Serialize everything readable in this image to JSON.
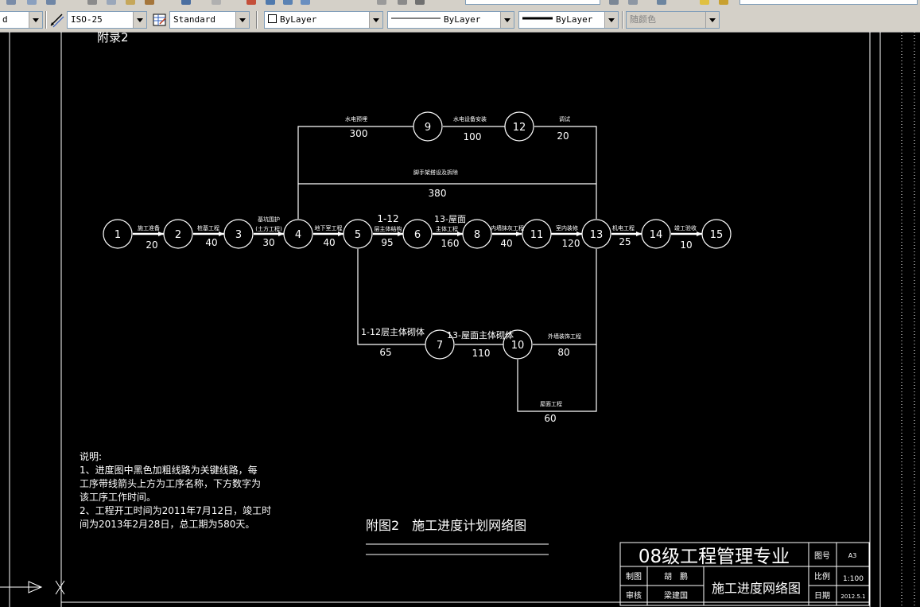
{
  "toolbar": {
    "partial_style_label": "d",
    "dimstyle_label": "ISO-25",
    "tablestyle_label": "Standard",
    "color_label": "ByLayer",
    "linetype_label": "ByLayer",
    "lineweight_label": "ByLayer",
    "plotstyle_label": "随颜色"
  },
  "drawing": {
    "corner_label": "附录2",
    "caption": "附图2　施工进度计划网络图",
    "notes": [
      "说明:",
      "1、进度图中黑色加粗线路为关键线路，每",
      "工序带线箭头上方为工序名称，下方数字为",
      "该工序工作时间。",
      "2、工程开工时间为2011年7月12日，竣工时",
      "间为2013年2月28日，总工期为580天。"
    ]
  },
  "network": {
    "nodes": [
      "1",
      "2",
      "3",
      "4",
      "5",
      "6",
      "7",
      "8",
      "9",
      "10",
      "11",
      "12",
      "13",
      "14",
      "15"
    ],
    "activities": [
      {
        "name": "施工准备",
        "duration": "20"
      },
      {
        "name": "桩基工程",
        "duration": "40"
      },
      {
        "name": "基坑围护",
        "name2": "(土方工程)",
        "duration": "30"
      },
      {
        "name": "地下室工程",
        "duration": "40"
      },
      {
        "name": "1-12",
        "name2": "层主体结构",
        "duration": "95"
      },
      {
        "name": "13-屋面",
        "name2": "主体工程",
        "duration": "160"
      },
      {
        "name": "内墙抹灰工程",
        "duration": "40"
      },
      {
        "name": "室内装修",
        "duration": "120"
      },
      {
        "name": "机电工程",
        "duration": "25"
      },
      {
        "name": "竣工验收",
        "duration": "10"
      },
      {
        "name": "水电预埋",
        "duration": "300"
      },
      {
        "name": "水电设备安装",
        "duration": "100"
      },
      {
        "name": "调试",
        "duration": "20"
      },
      {
        "name": "脚手架搭设及拆除",
        "duration": "380"
      },
      {
        "name": "1-12层主体砌体",
        "duration": "65"
      },
      {
        "name": "13-屋面主体砌体",
        "duration": "110"
      },
      {
        "name": "外墙装饰工程",
        "duration": "80"
      },
      {
        "name": "屋面工程",
        "duration": "60"
      }
    ]
  },
  "title_block": {
    "title": "08级工程管理专业",
    "drawing_no_label": "图号",
    "drawing_no": "A3",
    "scale_label": "比例",
    "scale": "1:100",
    "date_label": "日期",
    "date": "2012.5.1",
    "drawn_by_label": "制图",
    "drawn_by": "胡　鹏",
    "checked_by_label": "审核",
    "checked_by": "梁建国",
    "drawing_name": "施工进度网络图"
  }
}
